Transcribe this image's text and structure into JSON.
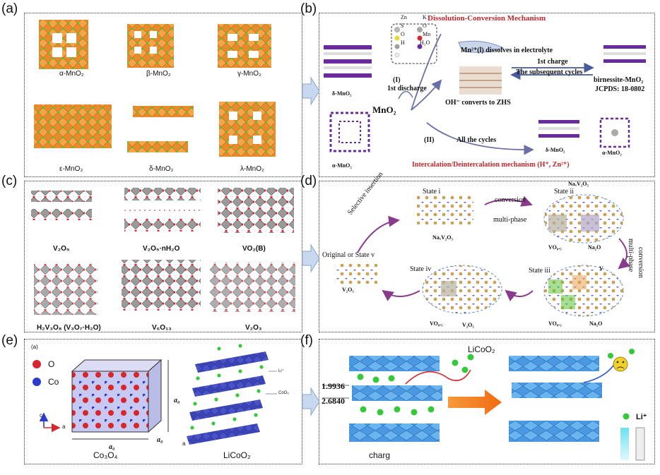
{
  "panels": {
    "a": {
      "letter": "(a)",
      "structures": [
        "α-MnO₂",
        "β-MnO₂",
        "γ-MnO₂",
        "ε-MnO₂",
        "δ-MnO₂",
        "λ-MnO₂"
      ]
    },
    "b": {
      "letter": "(b)",
      "top_title": "Dissolution-Conversion Mechanism",
      "bottom_title": "Intercalation/Deintercalation mechanism (H⁺, Zn²⁺)",
      "legend": [
        "Zn",
        "K",
        "S",
        "O",
        "O",
        "Mn",
        "H",
        "H₂O"
      ],
      "mn_dissolves": "Mn²⁺(l) dissolves in electrolyte",
      "oh_converts": "OH⁻ converts to ZHS",
      "first_charge": "1st charge",
      "subsequent": "The subsequent cycles",
      "first_discharge": "1st discharge",
      "route_i": "(I)",
      "route_ii": "(II)",
      "all_cycles": "All the cycles",
      "center": "MnO₂",
      "delta_left": "δ-MnO₂",
      "alpha_left": "α-MnO₂",
      "birnessite": "birnessite-MnO₂",
      "jcpds": "JCPDS: 18-0802",
      "delta_right": "δ-MnO₂",
      "alpha_right": "α-MnO₂"
    },
    "c": {
      "letter": "(c)",
      "structures": [
        "V₂O₅",
        "V₂O₅·nH₂O",
        "VO₂(B)",
        "H₂V₃O₈ (V₃O₇·H₂O)",
        "V₆O₁₃",
        "V₂O₃"
      ]
    },
    "d": {
      "letter": "(d)",
      "state_i": "State i",
      "state_ii": "State ii",
      "state_iii": "State iii",
      "state_iv": "State iv",
      "original": "Original or State v",
      "selective": "Selective insertion",
      "conversion": "conversion",
      "multiphase": "multi-phase",
      "conversion_v": "conversion",
      "multiphase_v": "multi-phase",
      "na_v2o5": "NaₓV₂O₅",
      "na_v2o5_top": "NaₓV₂O₅",
      "vo_a": "VO₀.₅",
      "na2o_a": "Na₂O",
      "vo_b": "VO₀.₂",
      "na2o_b": "Na₂O",
      "v_label": "V",
      "vo_c": "VO₀.₅",
      "v2o5_c": "V₂O₅",
      "v2o5_left": "V₂O₅"
    },
    "e": {
      "letter": "(e)",
      "sub": "(a)",
      "o_label": "O",
      "co_label": "Co",
      "a0_right": "a₀",
      "a0_bottom": "a₀",
      "a0_corner": "a₀",
      "axis_c": "c",
      "axis_a": "a",
      "co3o4": "Co₃O₄",
      "licoo2": "LiCoO₂",
      "li_tag": "Li⁺",
      "coo6_tag": "CoO₆",
      "axis_small": "a"
    },
    "f": {
      "letter": "(f)",
      "licoo2": "LiCoO₂",
      "d1": "1.9936",
      "d2": "2.6840",
      "charge": "charg",
      "li": "Li⁺"
    }
  },
  "colors": {
    "mn_orange": "#e98b2a",
    "mn_green": "#5cc43a",
    "v_gray": "#8d8d8d",
    "o_red": "#d8262c",
    "co_blue": "#2a3bd0",
    "li_green": "#36c83a",
    "layer_blue": "#3f8ed8",
    "arrow_blue": "#b8cde8",
    "purple": "#7a3a8e"
  }
}
